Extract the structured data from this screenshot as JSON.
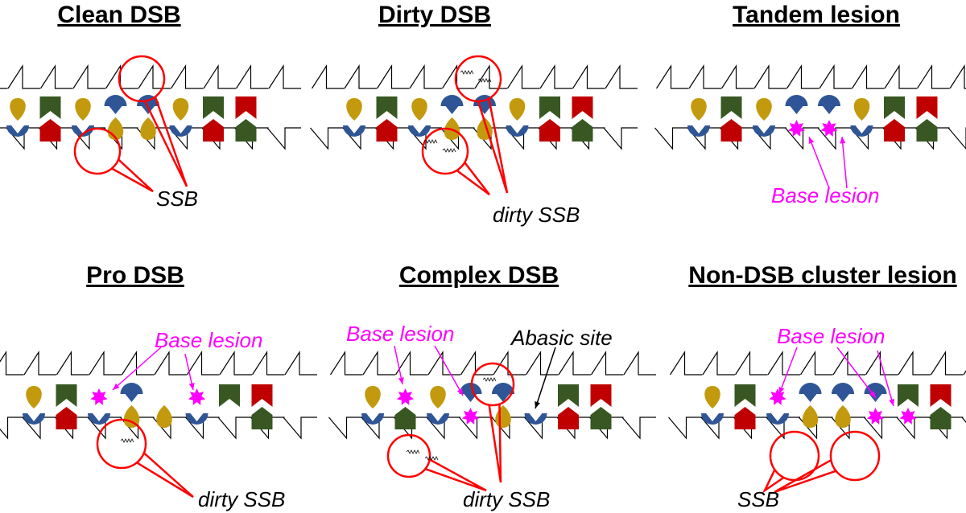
{
  "colors": {
    "gold": "#c39a0e",
    "blue": "#2f5597",
    "green": "#385723",
    "red": "#c00000",
    "magenta": "#ff00ff",
    "callout": "#ff0000"
  },
  "panels": [
    {
      "title": "Clean DSB",
      "labels": [
        {
          "text": "SSB",
          "color": "black"
        }
      ],
      "pairs": [
        [
          "gold",
          "blue"
        ],
        [
          "green",
          "red"
        ],
        [
          "gold",
          "blue"
        ],
        [
          "blue",
          "gold"
        ],
        [
          "blue",
          "gold"
        ],
        [
          "gold",
          "blue"
        ],
        [
          "green",
          "red"
        ],
        [
          "red",
          "green"
        ]
      ]
    },
    {
      "title": "Dirty DSB",
      "labels": [
        {
          "text": "dirty SSB",
          "color": "black"
        }
      ],
      "pairs": [
        [
          "gold",
          "blue"
        ],
        [
          "green",
          "red"
        ],
        [
          "gold",
          "blue"
        ],
        [
          "blue",
          "gold"
        ],
        [
          "blue",
          "gold"
        ],
        [
          "gold",
          "blue"
        ],
        [
          "green",
          "red"
        ],
        [
          "red",
          "green"
        ]
      ]
    },
    {
      "title": "Tandem lesion",
      "labels": [
        {
          "text": "Base lesion",
          "color": "magenta"
        }
      ],
      "pairs": [
        [
          "gold",
          "blue"
        ],
        [
          "green",
          "red"
        ],
        [
          "gold",
          "blue"
        ],
        [
          "blue",
          "star"
        ],
        [
          "blue",
          "star"
        ],
        [
          "gold",
          "blue"
        ],
        [
          "green",
          "red"
        ],
        [
          "red",
          "green"
        ]
      ]
    },
    {
      "title": "Pro DSB",
      "labels": [
        {
          "text": "Base lesion",
          "color": "magenta"
        },
        {
          "text": "dirty SSB",
          "color": "black"
        }
      ],
      "pairs": [
        [
          "gold",
          "blue"
        ],
        [
          "green",
          "red"
        ],
        [
          "star",
          "blue"
        ],
        [
          "blue",
          "gold"
        ],
        [
          "none",
          "gold"
        ],
        [
          "star",
          "blue"
        ],
        [
          "green",
          "none"
        ],
        [
          "red",
          "green"
        ]
      ]
    },
    {
      "title": "Complex DSB",
      "labels": [
        {
          "text": "Base lesion",
          "color": "magenta"
        },
        {
          "text": "Abasic site",
          "color": "black"
        },
        {
          "text": "dirty SSB",
          "color": "black"
        }
      ],
      "pairs": [
        [
          "gold",
          "blue"
        ],
        [
          "star",
          "green"
        ],
        [
          "gold",
          "blue"
        ],
        [
          "blue",
          "star"
        ],
        [
          "blue",
          "gold"
        ],
        [
          "none",
          "blue"
        ],
        [
          "green",
          "red"
        ],
        [
          "red",
          "green"
        ]
      ]
    },
    {
      "title": "Non-DSB cluster lesion",
      "labels": [
        {
          "text": "Base lesion",
          "color": "magenta"
        },
        {
          "text": "SSB",
          "color": "black"
        }
      ],
      "pairs": [
        [
          "gold",
          "blue"
        ],
        [
          "green",
          "red"
        ],
        [
          "star",
          "blue"
        ],
        [
          "blue",
          "gold"
        ],
        [
          "blue",
          "gold"
        ],
        [
          "blue",
          "star"
        ],
        [
          "green",
          "star"
        ],
        [
          "red",
          "green"
        ]
      ]
    }
  ]
}
